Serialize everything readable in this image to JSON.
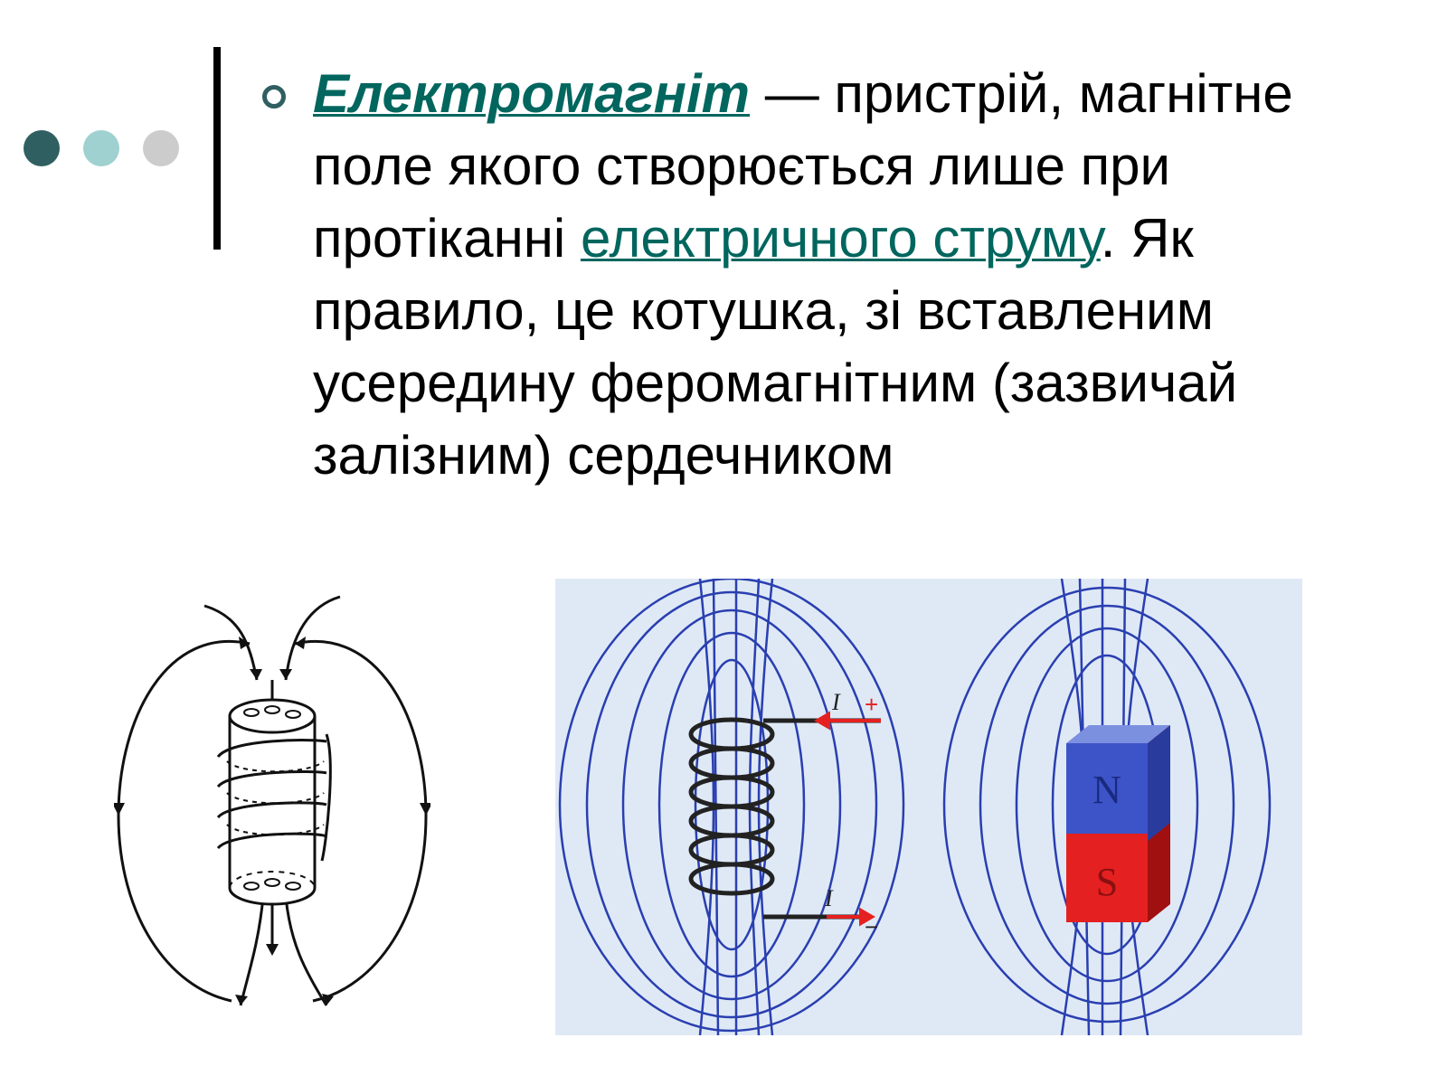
{
  "decoration": {
    "dot_colors": [
      "#2f5f61",
      "#9fd1d0",
      "#cccccc"
    ],
    "accent": "#00665e"
  },
  "content": {
    "term": "Електромагніт",
    "text_part1": " — пристрій, магнітне поле якого створюється лише при протіканні ",
    "link": "електричного струму",
    "text_part2": ". Як правило, це котушка, зі вставленим усередину феромагнітним (зазвичай залізним) сердечником"
  },
  "figures": {
    "electromagnet_sketch": {
      "description_icon": "coil-with-field-lines-sketch"
    },
    "coil_vs_magnet": {
      "coil_labels": {
        "current_top": "I",
        "plus": "+",
        "current_bottom": "I",
        "minus": "−"
      },
      "magnet_labels": {
        "north": "N",
        "south": "S"
      },
      "colors": {
        "background": "#dfe9f6",
        "field_lines": "#2a3fb0",
        "north": "#3c54c8",
        "south": "#e52020",
        "wire_arrow": "#e52020"
      }
    }
  }
}
